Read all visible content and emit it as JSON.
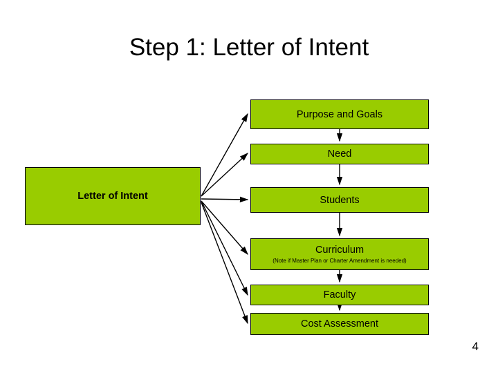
{
  "slide": {
    "title": "Step 1: Letter of Intent",
    "page_number": "4",
    "background_color": "#ffffff",
    "box_fill_color": "#99cc00",
    "box_border_color": "#000000",
    "text_color": "#000000"
  },
  "diagram": {
    "source": {
      "label": "Letter of Intent"
    },
    "targets": [
      {
        "label": "Purpose and Goals",
        "sub": ""
      },
      {
        "label": "Need",
        "sub": ""
      },
      {
        "label": "Students",
        "sub": ""
      },
      {
        "label": "Curriculum",
        "sub": "(Note if Master Plan or Charter Amendment is needed)"
      },
      {
        "label": "Faculty",
        "sub": ""
      },
      {
        "label": "Cost Assessment",
        "sub": ""
      }
    ]
  }
}
